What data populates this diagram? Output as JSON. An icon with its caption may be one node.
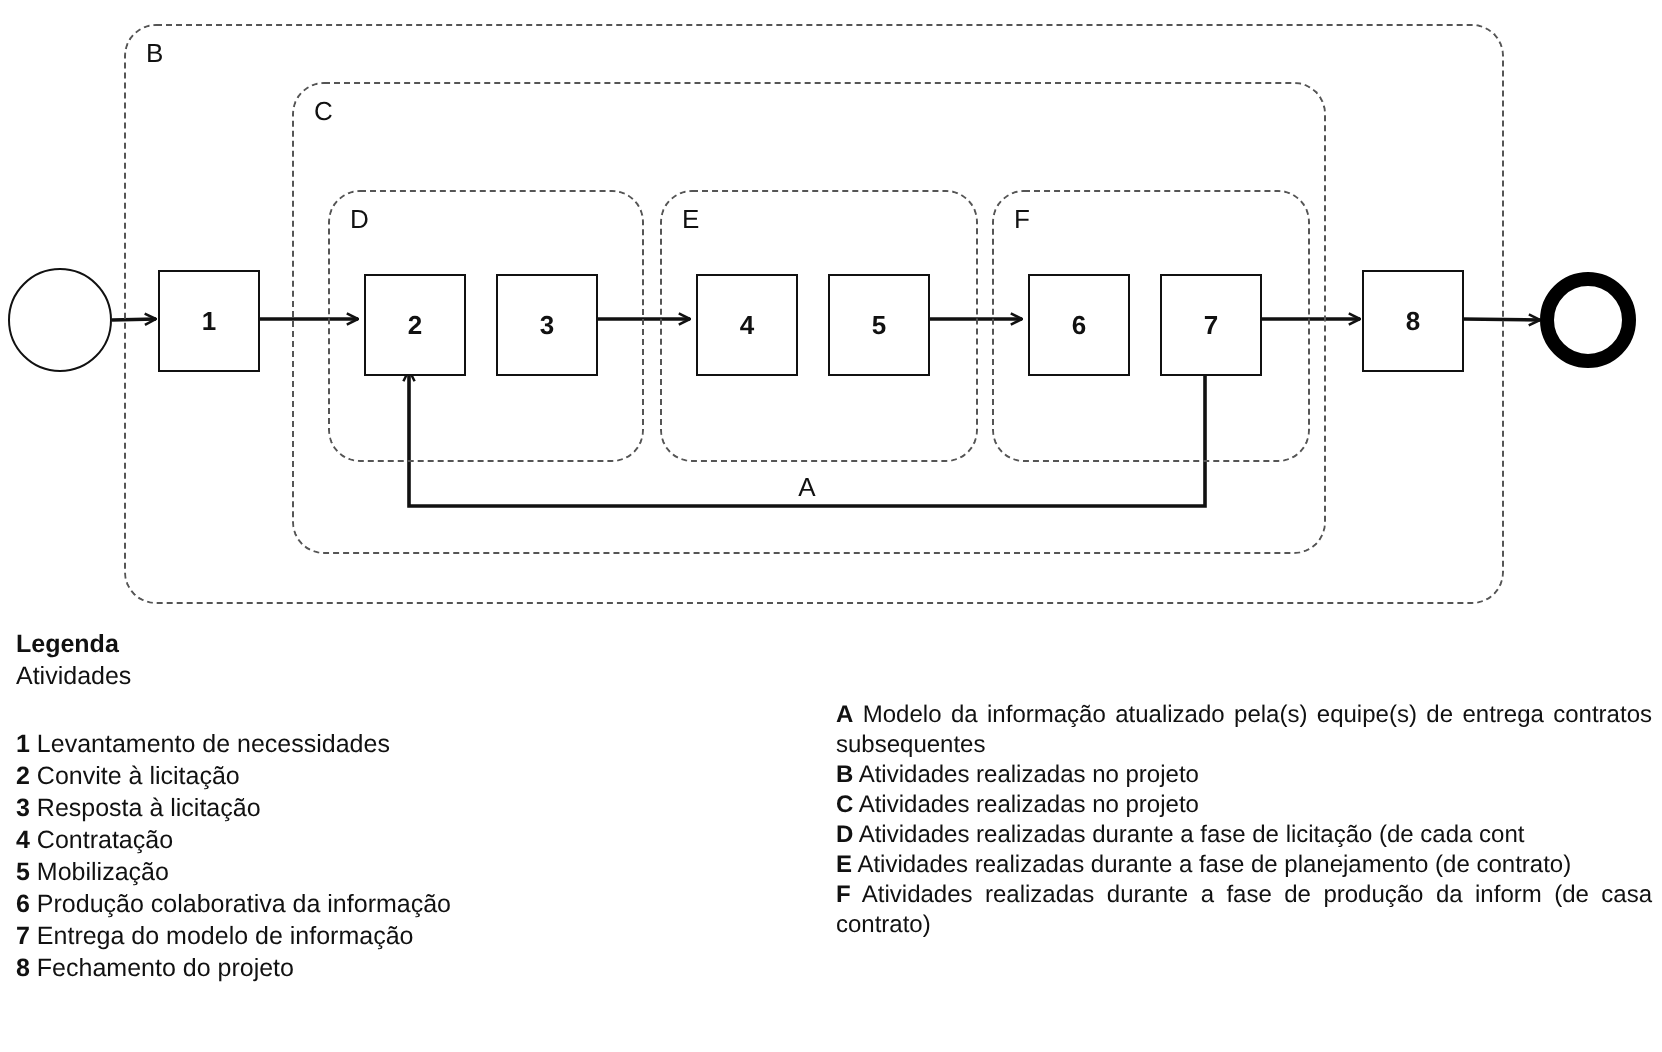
{
  "diagram": {
    "nodes": [
      {
        "text": [],
        "shape": "circle"
      },
      {
        "text": [
          "B"
        ]
      },
      {
        "text": [
          "C"
        ],
        "in": 1
      },
      {
        "text": [
          "D"
        ],
        "in": 2
      },
      {
        "text": [
          "E"
        ],
        "in": 2
      },
      {
        "text": [
          "F"
        ],
        "in": 2
      },
      {
        "text": [
          "1"
        ],
        "in": 1
      },
      {
        "text": [
          "2"
        ],
        "in": 3
      },
      {
        "text": [
          "3"
        ],
        "in": 3
      },
      {
        "text": [
          "4"
        ],
        "in": 4
      },
      {
        "text": [
          "5"
        ],
        "in": 4
      },
      {
        "text": [
          "6"
        ],
        "in": 5
      },
      {
        "text": [
          "7"
        ],
        "in": 5
      },
      {
        "text": [
          "8"
        ],
        "in": 1
      },
      {
        "text": [],
        "shape": "circle"
      }
    ],
    "edges": [
      {
        "from": 0,
        "to": 6,
        "arrow": "to"
      },
      {
        "from": 6,
        "to": 7,
        "arrow": "to"
      },
      {
        "from": 8,
        "to": 9,
        "arrow": "to"
      },
      {
        "from": 10,
        "to": 11,
        "arrow": "to"
      },
      {
        "from": 12,
        "to": 13,
        "arrow": "to"
      },
      {
        "from": 13,
        "to": 14,
        "arrow": "to"
      },
      {
        "from": 12,
        "to": 7,
        "arrow": "to",
        "label": "A"
      }
    ],
    "labels": [
      "Legenda",
      "Atividades",
      "**1** Levantamento de necessidades",
      "**2** Convite à licitação",
      "**3** Resposta à licitação",
      "**4** Contratação",
      "**5** Mobilização",
      "**6** Produção colaborativa da informação",
      "**7** Entrega do modelo de informação",
      "**8** Fechamento do projeto",
      "**A** Modelo da informação atualizado pela(s) equipe(s) de entrega contratos subsequentes",
      "**B** Atividades realizadas no projeto",
      "**C** Atividades realizadas no projeto",
      "**D** Atividades realizadas durante a fase de licitação (de cada cont",
      "**E** Atividades realizadas durante a fase de planejamento (de contrato)",
      "**F** Atividades realizadas durante a fase de produção da inform (de casa contrato)"
    ]
  }
}
